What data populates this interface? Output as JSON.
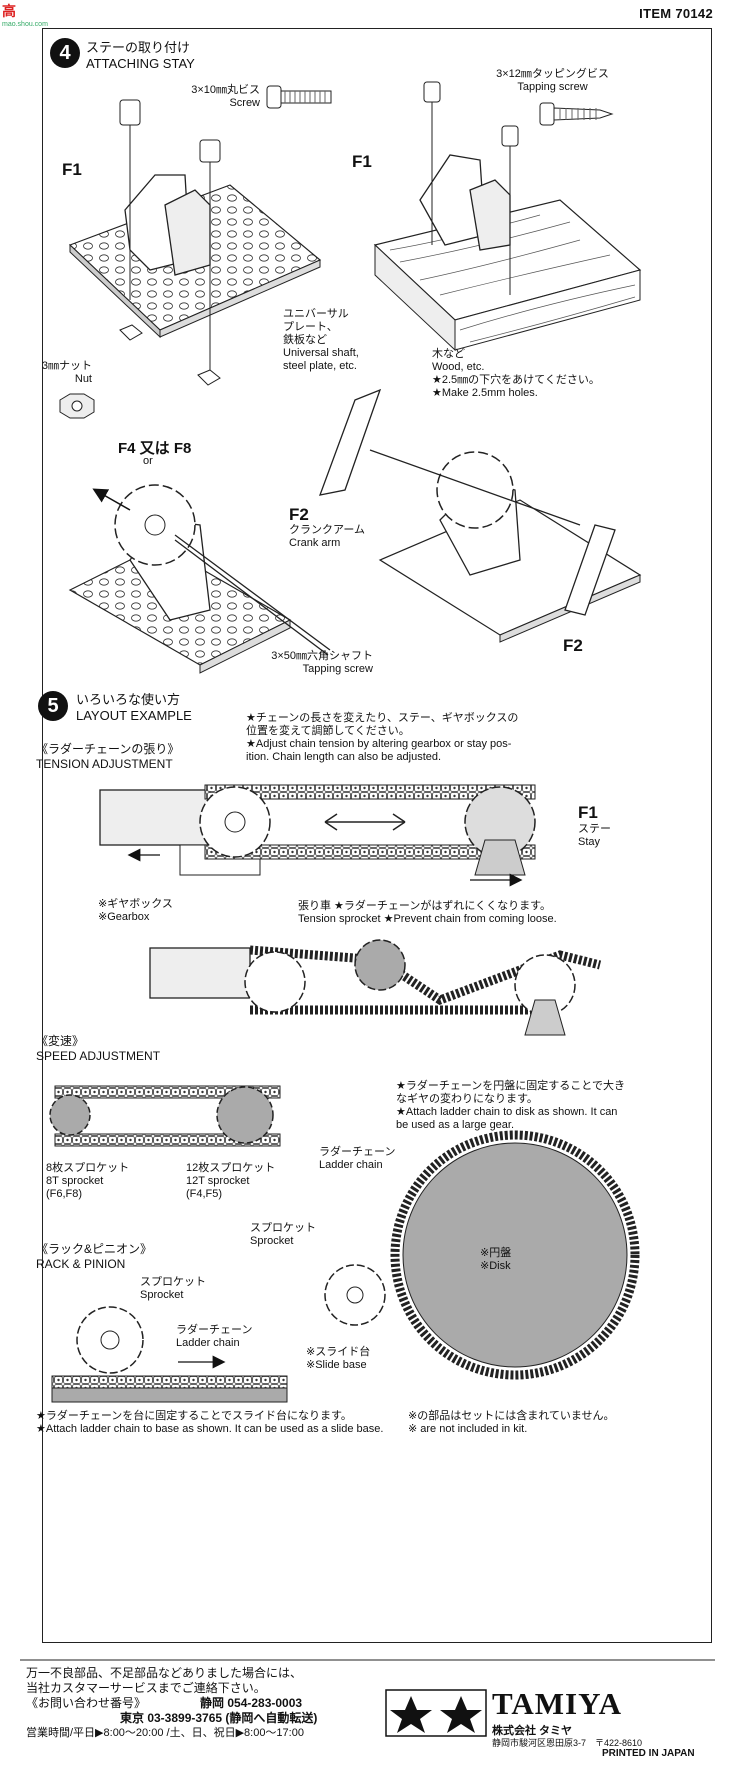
{
  "header": {
    "site_logo_main": "高",
    "site_logo_sub": "mao.shou.com",
    "item": "ITEM 70142"
  },
  "step4": {
    "number": "4",
    "title_jp": "ステーの取り付け",
    "title_en": "ATTACHING STAY",
    "screw_label": "3×10㎜丸ビス\nScrew",
    "tapping_label": "3×12㎜タッピングビス\nTapping screw",
    "f1_left": "F1",
    "f1_right": "F1",
    "plate_label": "ユニバーサル\nプレート、\n鉄板など\nUniversal shaft,\nsteel plate, etc.",
    "nut_label": "3㎜ナット\nNut",
    "wood_label": "木など\nWood, etc.\n★2.5㎜の下穴をあけてください。\n★Make 2.5mm holes.",
    "f4_label": "F4 又は F8",
    "or_label": "or",
    "f2_left": "F2",
    "crank_label": "クランクアーム\nCrank arm",
    "f2_right": "F2",
    "shaft_label": "3×50㎜六角シャフト\nTapping screw"
  },
  "step5": {
    "number": "5",
    "title_jp": "いろいろな使い方",
    "title_en": "LAYOUT EXAMPLE",
    "tension_note": "★チェーンの長さを変えたり、ステー、ギヤボックスの\n位置を変えて調節してください。\n★Adjust chain tension by altering gearbox or stay pos-\nition. Chain length can also be adjusted.",
    "tension_title": "《ラダーチェーンの張り》\nTENSION ADJUSTMENT",
    "f1_stay": "F1",
    "stay_label": "ステー\nStay",
    "gearbox_label": "※ギヤボックス\n※Gearbox",
    "tension_sprocket": "張り車 ★ラダーチェーンがはずれにくくなります。\nTension sprocket ★Prevent chain from coming loose.",
    "speed_title": "《変速》\nSPEED ADJUSTMENT",
    "s8_label": "8枚スプロケット\n8T sprocket\n(F6,F8)",
    "s12_label": "12枚スプロケット\n12T sprocket\n(F4,F5)",
    "disk_note": "★ラダーチェーンを円盤に固定することで大きなギヤの変わりになります。\n★Attach ladder chain to disk as shown. It can be used as a large gear.",
    "ladder_label": "ラダーチェーン\nLadder chain",
    "sprocket_label": "スプロケット\nSprocket",
    "disk_label": "※円盤\n※Disk",
    "rack_title": "《ラック&ピニオン》\nRACK & PINION",
    "rack_sprocket": "スプロケット\nSprocket",
    "rack_ladder": "ラダーチェーン\nLadder chain",
    "slide_label": "※スライド台\n※Slide base",
    "slide_note": "★ラダーチェーンを台に固定することでスライド台になります。\n★Attach ladder chain to base as shown. It can be used as a slide base.",
    "not_included": "※の部品はセットには含まれていません。\n※ are not included in kit."
  },
  "footer": {
    "line1": "万一不良部品、不足部品などありました場合には、",
    "line2": "当社カスタマーサービスまでご連絡下さい。",
    "contact": "《お問い合わせ番号》",
    "shizuoka": "静岡 054-283-0003",
    "tokyo": "東京 03-3899-3765 (静岡へ自動転送)",
    "hours": "営業時間/平日▶8:00〜20:00 /土、日、祝日▶8:00〜17:00",
    "brand": "TAMIYA",
    "company": "株式会社 タミヤ",
    "address": "静岡市駿河区恩田原3-7　〒422-8610",
    "printed": "PRINTED IN JAPAN"
  }
}
